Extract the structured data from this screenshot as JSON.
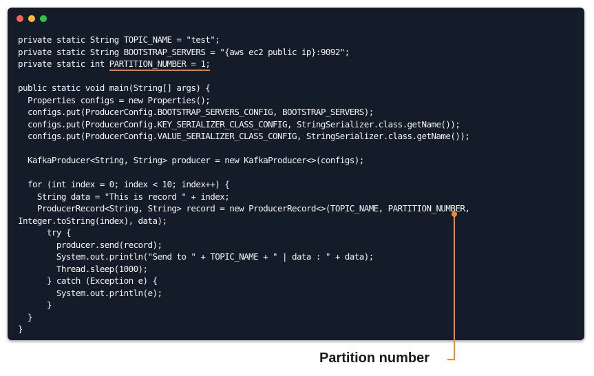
{
  "window": {
    "traffic_lights": [
      "#ff5f57",
      "#febc2e",
      "#28c840"
    ]
  },
  "code_lines": [
    {
      "text": "private static String TOPIC_NAME = \"test\";"
    },
    {
      "text": "private static String BOOTSTRAP_SERVERS = \"{aws ec2 public ip}:9092\";"
    },
    {
      "prefix": "private static int ",
      "highlight": "PARTITION_NUMBER = 1;",
      "suffix": ""
    },
    {
      "text": ""
    },
    {
      "text": "public static void main(String[] args) {"
    },
    {
      "text": "  Properties configs = new Properties();"
    },
    {
      "text": "  configs.put(ProducerConfig.BOOTSTRAP_SERVERS_CONFIG, BOOTSTRAP_SERVERS);"
    },
    {
      "text": "  configs.put(ProducerConfig.KEY_SERIALIZER_CLASS_CONFIG, StringSerializer.class.getName());"
    },
    {
      "text": "  configs.put(ProducerConfig.VALUE_SERIALIZER_CLASS_CONFIG, StringSerializer.class.getName());"
    },
    {
      "text": ""
    },
    {
      "text": "  KafkaProducer<String, String> producer = new KafkaProducer<>(configs);"
    },
    {
      "text": ""
    },
    {
      "text": "  for (int index = 0; index < 10; index++) {"
    },
    {
      "text": "    String data = \"This is record \" + index;"
    },
    {
      "text": "    ProducerRecord<String, String> record = new ProducerRecord<>(TOPIC_NAME, PARTITION_NUMBER,"
    },
    {
      "text": "Integer.toString(index), data);"
    },
    {
      "text": "      try {"
    },
    {
      "text": "        producer.send(record);"
    },
    {
      "text": "        System.out.println(\"Send to \" + TOPIC_NAME + \" | data : \" + data);"
    },
    {
      "text": "        Thread.sleep(1000);"
    },
    {
      "text": "      } catch (Exception e) {"
    },
    {
      "text": "        System.out.println(e);"
    },
    {
      "text": "      }"
    },
    {
      "text": "  }"
    },
    {
      "text": "}"
    }
  ],
  "callout": {
    "label": "Partition number",
    "color": "#f5891f"
  }
}
